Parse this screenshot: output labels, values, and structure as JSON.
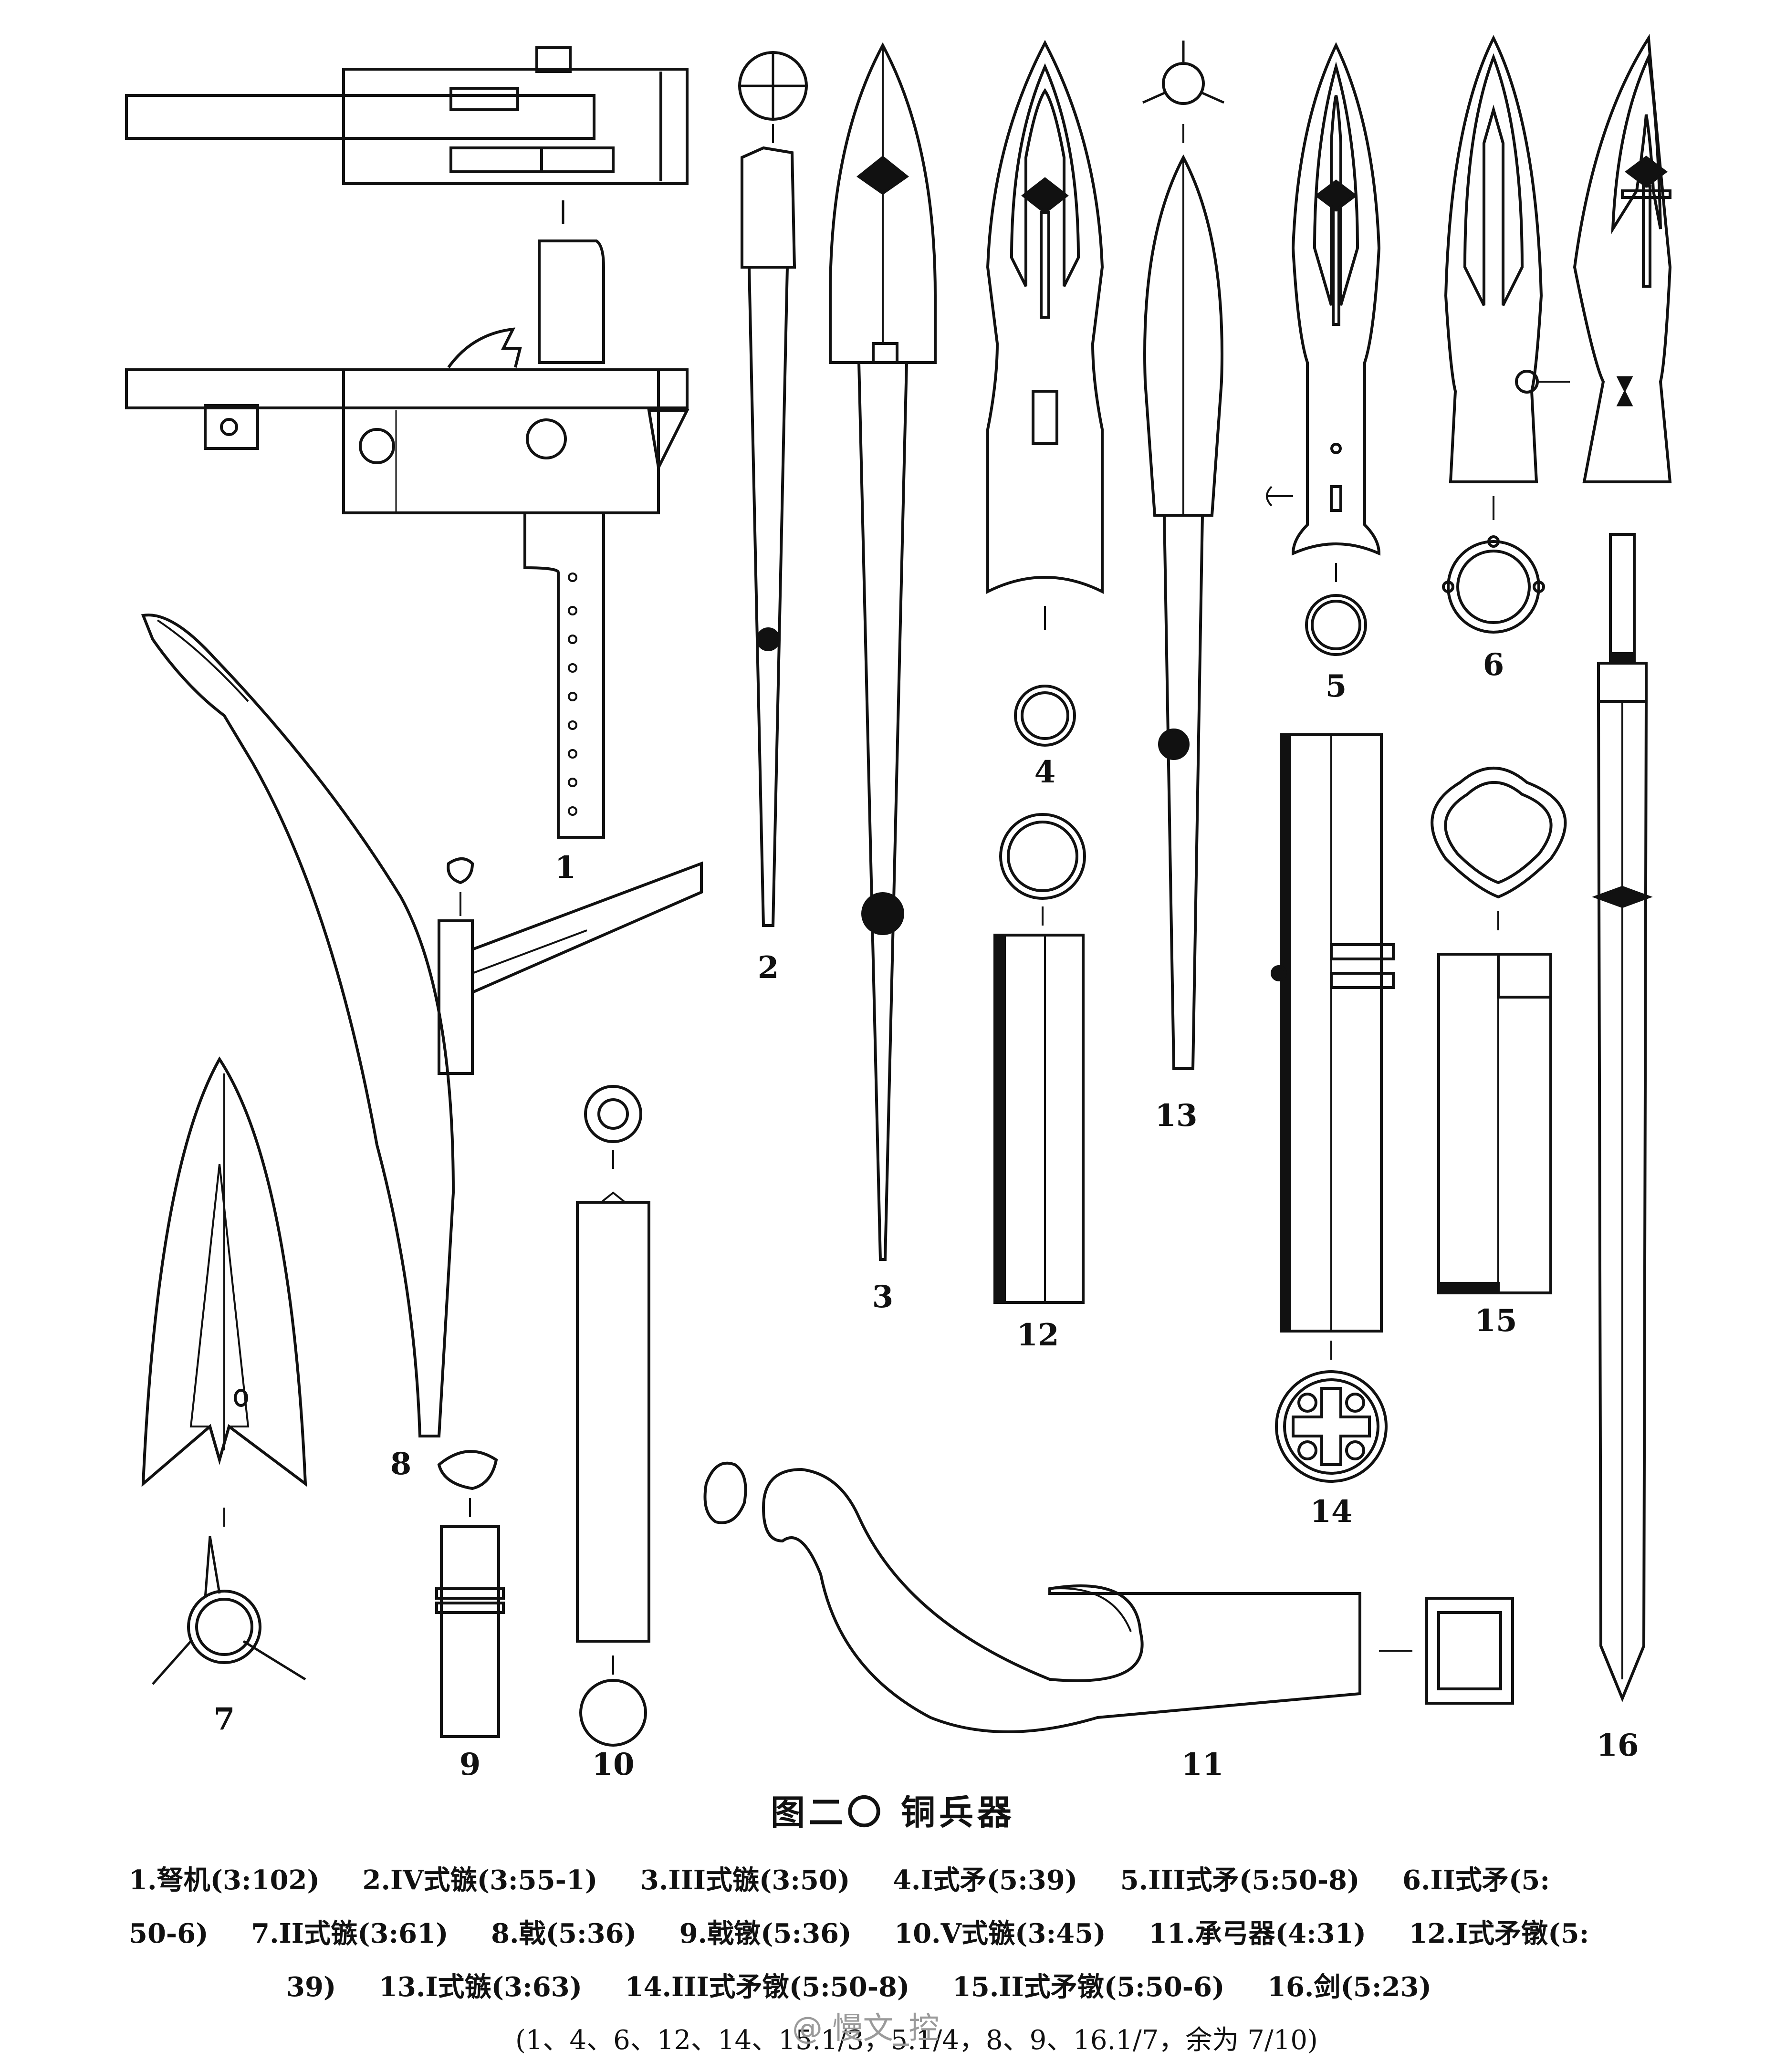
{
  "figure": {
    "labels": {
      "n1": "1",
      "n2": "2",
      "n3": "3",
      "n4": "4",
      "n5": "5",
      "n6": "6",
      "n7": "7",
      "n8": "8",
      "n9": "9",
      "n10": "10",
      "n11": "11",
      "n12": "12",
      "n13": "13",
      "n14": "14",
      "n15": "15",
      "n16": "16"
    }
  },
  "caption": {
    "title": "图二〇   铜兵器",
    "items": [
      "1.弩机(3:102)",
      "2.IV式镞(3:55-1)",
      "3.III式镞(3:50)",
      "4.I式矛(5:39)",
      "5.III式矛(5:50-8)",
      "6.II式矛(5:50-6)",
      "7.II式镞(3:61)",
      "8.戟(5:36)",
      "9.戟镦(5:36)",
      "10.V式镞(3:45)",
      "11.承弓器(4:31)",
      "12.I式矛镦(5:39)",
      "13.I式镞(3:63)",
      "14.III式矛镦(5:50-8)",
      "15.II式矛镦(5:50-6)",
      "16.剑(5:23)"
    ],
    "line1": [
      "1.弩机(3:102)",
      "2.IV式镞(3:55-1)",
      "3.III式镞(3:50)",
      "4.I式矛(5:39)",
      "5.III式矛(5:50-8)",
      "6.II式矛(5:"
    ],
    "line2": [
      "50-6)",
      "7.II式镞(3:61)",
      "8.戟(5:36)",
      "9.戟镦(5:36)",
      "10.V式镞(3:45)",
      "11.承弓器(4:31)",
      "12.I式矛镦(5:"
    ],
    "line3": [
      "39)",
      "13.I式镞(3:63)",
      "14.III式矛镦(5:50-8)",
      "15.II式矛镦(5:50-6)",
      "16.剑(5:23)"
    ],
    "scale_note": "(1、4、6、12、14、15.1/3，5.1/4，8、9、16.1/7，余为 7/10)"
  },
  "watermark": "@ 慢文_控"
}
